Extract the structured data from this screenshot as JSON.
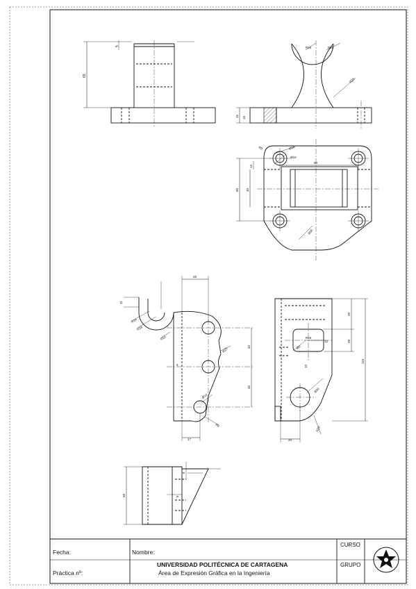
{
  "title_block": {
    "fecha_label": "Fecha:",
    "nombre_label": "Nombre:",
    "practica_label": "Práctica nº:",
    "university": "UNIVERSIDAD POLITÉCNICA DE CARTAGENA",
    "department": "Área de Expresión Gráfica en la Ingeniería",
    "curso_label": "CURSO",
    "grupo_label": "GRUPO"
  },
  "dimensions": {
    "top_front": {
      "height": "65",
      "top": "5"
    },
    "top_side": {
      "r_left": "R10",
      "r_right": "R22",
      "r_big": "R25",
      "d1": "15",
      "d2": "10"
    },
    "top_plan": {
      "d_outer": "Ø16",
      "d_inner": "Ø10",
      "r": "R8",
      "width": "80",
      "height": "60",
      "inner": "40",
      "top": "12",
      "r_bottom": "R50"
    },
    "bottom_left": {
      "top": "28",
      "r14": "R14",
      "r10a": "R10",
      "r18": "R18",
      "r11": "11",
      "r25": "R25",
      "dim40a": "40",
      "dim40b": "40",
      "d10": "Ø10",
      "r5": "R5",
      "bottom": "17",
      "small": "6"
    },
    "bottom_right": {
      "d8": "Ø8",
      "w12": "12",
      "h20": "20",
      "h28": "28",
      "total": "110",
      "r20": "R20",
      "d20": "Ø20",
      "w20": "20",
      "small": "10"
    },
    "bottom_plan": {
      "h": "58",
      "a": "8",
      "b": "8"
    }
  }
}
